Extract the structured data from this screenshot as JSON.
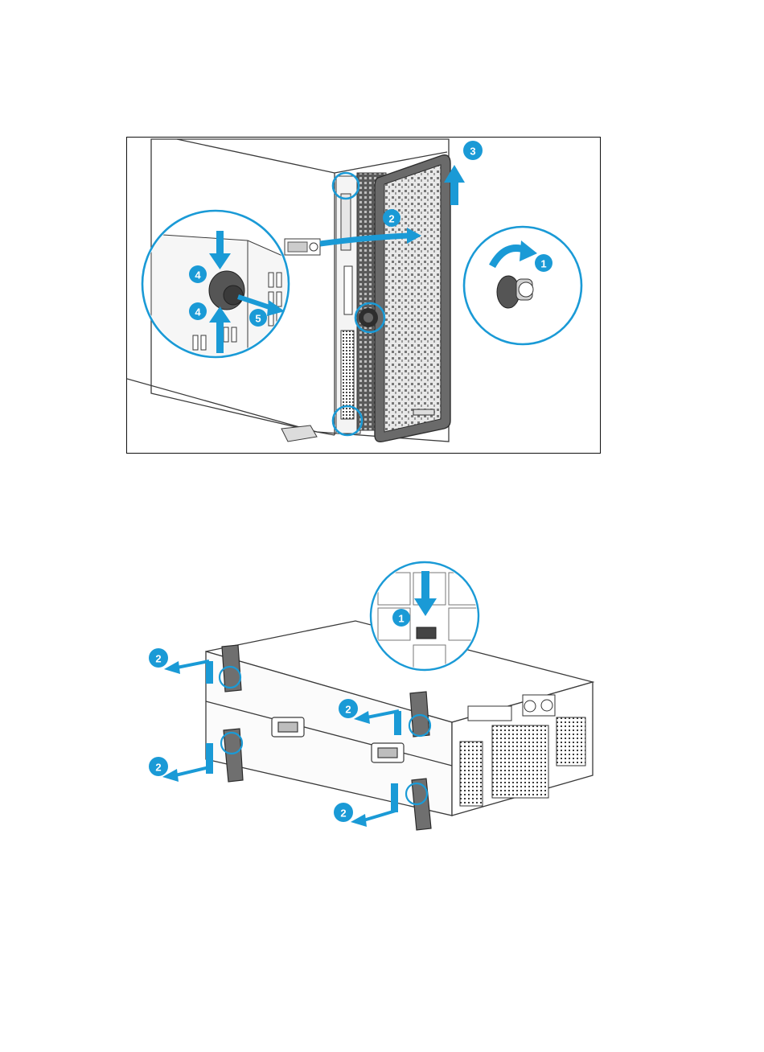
{
  "colors": {
    "accent": "#1a9ad6",
    "outline": "#3a3a3a",
    "panel_dark": "#555555"
  },
  "figure1": {
    "callouts": [
      {
        "id": "c1",
        "label": "1"
      },
      {
        "id": "c2",
        "label": "2"
      },
      {
        "id": "c3",
        "label": "3"
      },
      {
        "id": "c4a",
        "label": "4"
      },
      {
        "id": "c4b",
        "label": "4"
      },
      {
        "id": "c5",
        "label": "5"
      }
    ]
  },
  "figure2": {
    "callouts": [
      {
        "id": "c1",
        "label": "1"
      },
      {
        "id": "c2a",
        "label": "2"
      },
      {
        "id": "c2b",
        "label": "2"
      },
      {
        "id": "c2c",
        "label": "2"
      },
      {
        "id": "c2d",
        "label": "2"
      }
    ]
  }
}
